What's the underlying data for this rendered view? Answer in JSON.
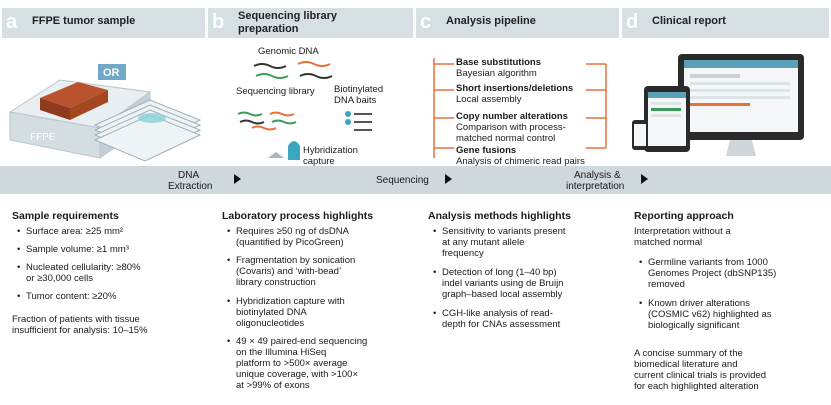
{
  "panels": [
    {
      "letter": "a",
      "title": "FFPE tumor sample"
    },
    {
      "letter": "b",
      "title": "Sequencing library preparation"
    },
    {
      "letter": "c",
      "title": "Analysis pipeline"
    },
    {
      "letter": "d",
      "title": "Clinical report"
    }
  ],
  "panel_a": {
    "or_label": "OR",
    "slide_text": "FFPE"
  },
  "panel_b": {
    "genomic_dna": "Genomic DNA",
    "sequencing_library": "Sequencing library",
    "baits_line1": "Biotinylated",
    "baits_line2": "DNA baits",
    "hyb_line1": "Hybridization",
    "hyb_line2": "capture"
  },
  "panel_c": {
    "items": [
      {
        "bold": "Base substitutions",
        "text": "Bayesian algorithm"
      },
      {
        "bold": "Short insertions/deletions",
        "text": "Local assembly"
      },
      {
        "bold": "Copy number alterations",
        "text": "Comparison with process-",
        "text2": "matched normal control"
      },
      {
        "bold": "Gene fusions",
        "text": "Analysis of chimeric read pairs"
      }
    ]
  },
  "band": {
    "dna_extraction_1": "DNA",
    "dna_extraction_2": "Extraction",
    "sequencing": "Sequencing",
    "analysis_1": "Analysis &",
    "analysis_2": "interpretation"
  },
  "sample": {
    "heading": "Sample requirements",
    "bullets": [
      "Surface area: ≥25 mm²",
      "Sample volume: ≥1 mm³",
      "Nucleated cellularity: ≥80%",
      "or ≥30,000 cells",
      "Tumor content: ≥20%"
    ],
    "note1": "Fraction of patients with tissue",
    "note2": "insufficient for analysis: 10–15%"
  },
  "lab": {
    "heading": "Laboratory process highlights",
    "bullets": [
      [
        "Requires ≥50 ng of dsDNA",
        "(quantified by PicoGreen)"
      ],
      [
        "Fragmentation by sonication",
        "(Covaris) and ‘with-bead’",
        "library construction"
      ],
      [
        "Hybridization capture with",
        "biotinylated DNA",
        "oligonucleotides"
      ],
      [
        "49 × 49 paired-end sequencing",
        "on the Illumina HiSeq",
        "platform to >500× average",
        "unique coverage, with >100×",
        "at >99% of exons"
      ]
    ]
  },
  "analysis": {
    "heading": "Analysis methods highlights",
    "bullets": [
      [
        "Sensitivity to variants present",
        "at any mutant allele",
        "frequency"
      ],
      [
        "Detection of long (1–40 bp)",
        "indel variants using de Bruijn",
        "graph–based local assembly"
      ],
      [
        "CGH-like analysis of read-",
        "depth for CNAs assessment"
      ]
    ]
  },
  "report": {
    "heading": "Reporting approach",
    "intro1": "Interpretation without a",
    "intro2": "matched normal",
    "bullets": [
      [
        "Germline variants from 1000",
        "Genomes Project (dbSNP135)",
        "removed"
      ],
      [
        "Known driver alterations",
        "(COSMIC v62) highlighted as",
        "biologically significant"
      ]
    ],
    "summary": [
      "A concise summary of the",
      "biomedical literature and",
      "current clinical trials is provided",
      "for each highlighted alteration"
    ]
  },
  "colors": {
    "header_bg": "#d6dfe3",
    "band_bg": "#cfd9dd",
    "accent_orange": "#e8703a",
    "accent_green": "#3a9a5a",
    "accent_teal": "#3aa7c0"
  }
}
